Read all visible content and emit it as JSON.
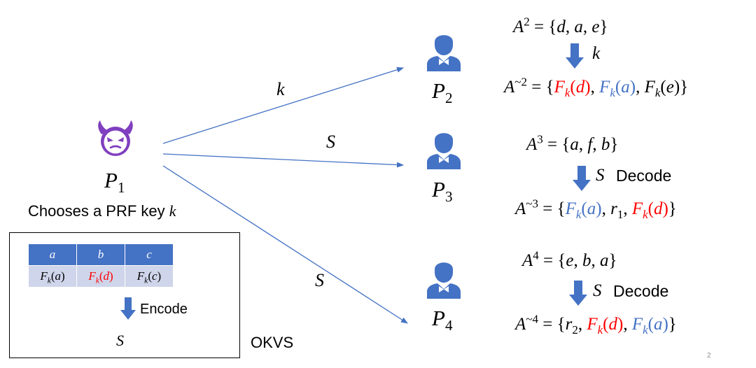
{
  "colors": {
    "accent_blue": "#4472c4",
    "highlight_red": "#ff0000",
    "table_body": "#cfd5ea"
  },
  "icons": {
    "parties": "person-with-bowtie-icon",
    "adversary": "devil-emoji-icon"
  },
  "party1": {
    "name": "P",
    "index": "1",
    "caption_text": "Chooses a PRF key ",
    "caption_key": "k"
  },
  "party2": {
    "name": "P",
    "index": "2"
  },
  "party3": {
    "name": "P",
    "index": "3"
  },
  "party4": {
    "name": "P",
    "index": "4"
  },
  "edges": {
    "to_p2": "k",
    "to_p3": "S",
    "to_p4": "S"
  },
  "sets": {
    "p2": {
      "A": "A",
      "exp": "2",
      "elems": [
        "d",
        "a",
        "e"
      ],
      "arrow_label": "k",
      "decode": ""
    },
    "p3": {
      "A": "A",
      "exp": "3",
      "elems": [
        "a",
        "f",
        "b"
      ],
      "arrow_label": "S",
      "decode": "Decode"
    },
    "p4": {
      "A": "A",
      "exp": "4",
      "elems": [
        "e",
        "b",
        "a"
      ],
      "arrow_label": "S",
      "decode": "Decode"
    }
  },
  "prf": {
    "F": "F",
    "sub": "k",
    "r": "r",
    "r1_index": "1",
    "r2_index": "2"
  },
  "okvs": {
    "keys": [
      "a",
      "b",
      "c"
    ],
    "values": [
      "F_k(a)",
      "F_k(d)",
      "F_k(c)"
    ],
    "value_args": [
      "a",
      "d",
      "c"
    ],
    "encode_label": "Encode",
    "output": "S",
    "label": "OKVS"
  },
  "page_number": "2"
}
